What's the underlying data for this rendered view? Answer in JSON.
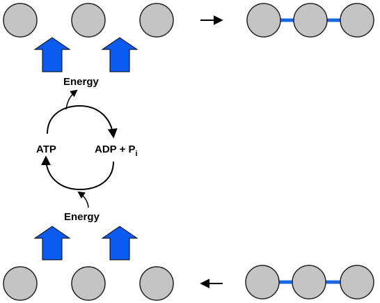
{
  "labels": {
    "energy_top": "Energy",
    "energy_bottom": "Energy",
    "atp": "ATP",
    "adp": "ADP + P",
    "adp_subscript": "i"
  },
  "colors": {
    "circle_fill": "#c4c4c4",
    "circle_stroke": "#222222",
    "bond": "#1a66e0",
    "block_arrow": "#0a5cf0",
    "line": "#000000"
  }
}
